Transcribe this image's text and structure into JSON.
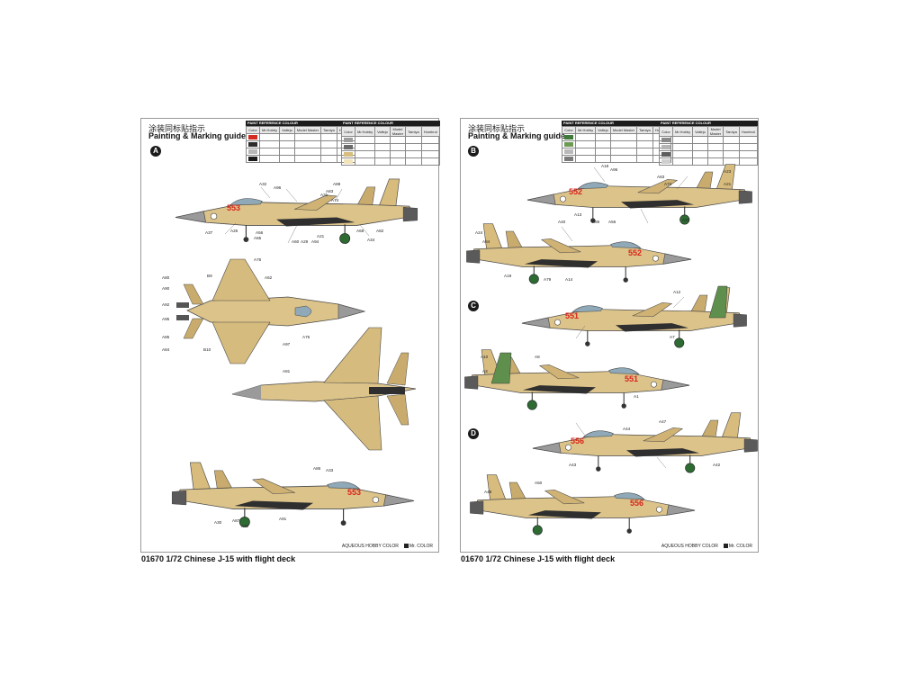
{
  "left": {
    "title_cn": "涂装同标贴指示",
    "title_en": "Painting & Marking guide",
    "variant": "A",
    "ref_tables": [
      {
        "header": "PAINT  REFERENCE COLOUR",
        "columns": [
          "Color",
          "Mr.Hobby",
          "Vallejo",
          "Model Master",
          "Tamiya",
          "Humbrol"
        ],
        "swatches": [
          "#d32b1f",
          "#2c2c2c",
          "#b7b7b7",
          "#1a1a1a"
        ]
      },
      {
        "header": "PAINT  REFERENCE COLOUR",
        "columns": [
          "Color",
          "Mr.Hobby",
          "Vallejo",
          "Model Master",
          "Tamiya",
          "Humbrol"
        ],
        "swatches": [
          "#9c9c9c",
          "#6b6b6b",
          "#d7bd7f",
          "#f3e3b8"
        ]
      }
    ],
    "serials": [
      "553",
      "553"
    ],
    "callouts": [
      "A32",
      "A96",
      "A31",
      "A88",
      "A83",
      "A74",
      "A37",
      "A26",
      "A56",
      "A65",
      "A60",
      "A29",
      "A94",
      "A21",
      "A68",
      "A34",
      "A82",
      "A80",
      "A76",
      "A81",
      "A90",
      "A92",
      "A95",
      "A85",
      "A84",
      "B9",
      "B10",
      "A97",
      "A75",
      "A62",
      "A86",
      "A33",
      "A30",
      "A87",
      "A72",
      "A91"
    ],
    "footer_hobby": "AQUEOUS HOBBY COLOR",
    "footer_mr": "Mr. COLOR"
  },
  "right": {
    "title_cn": "涂装同标贴指示",
    "title_en": "Painting & Marking guide",
    "variants": [
      "B",
      "C",
      "D"
    ],
    "ref_tables": [
      {
        "header": "PAINT  REFERENCE COLOUR",
        "columns": [
          "Color",
          "Mr.Hobby",
          "Vallejo",
          "Model Master",
          "Tamiya",
          "Humbrol"
        ],
        "swatches": [
          "#3f7a3a",
          "#6d9a53",
          "#b9b9b9",
          "#7a7a7a"
        ]
      },
      {
        "header": "PAINT  REFERENCE COLOUR",
        "columns": [
          "Color",
          "Mr.Hobby",
          "Vallejo",
          "Model Master",
          "Tamiya",
          "Humbrol"
        ],
        "swatches": [
          "#8a8a8a",
          "#b5b5b5",
          "#5d5d5d",
          "#cfcfcf"
        ]
      }
    ],
    "serials": [
      "552",
      "552",
      "551",
      "551",
      "556",
      "556"
    ],
    "callouts": [
      "A18",
      "A96",
      "A83",
      "A23",
      "A74",
      "A21",
      "A13",
      "A40",
      "A86",
      "A56",
      "A20",
      "A24",
      "A84",
      "A19",
      "A79",
      "A14",
      "A10",
      "A12",
      "A3",
      "A8",
      "A1",
      "A7",
      "A44",
      "A48",
      "A47",
      "A43",
      "A50",
      "A42"
    ],
    "footer_hobby": "AQUEOUS HOBBY COLOR",
    "footer_mr": "Mr. COLOR"
  },
  "captions": {
    "left": "01670 1/72 Chinese J-15 with flight deck",
    "right": "01670 1/72 Chinese J-15 with flight deck"
  }
}
